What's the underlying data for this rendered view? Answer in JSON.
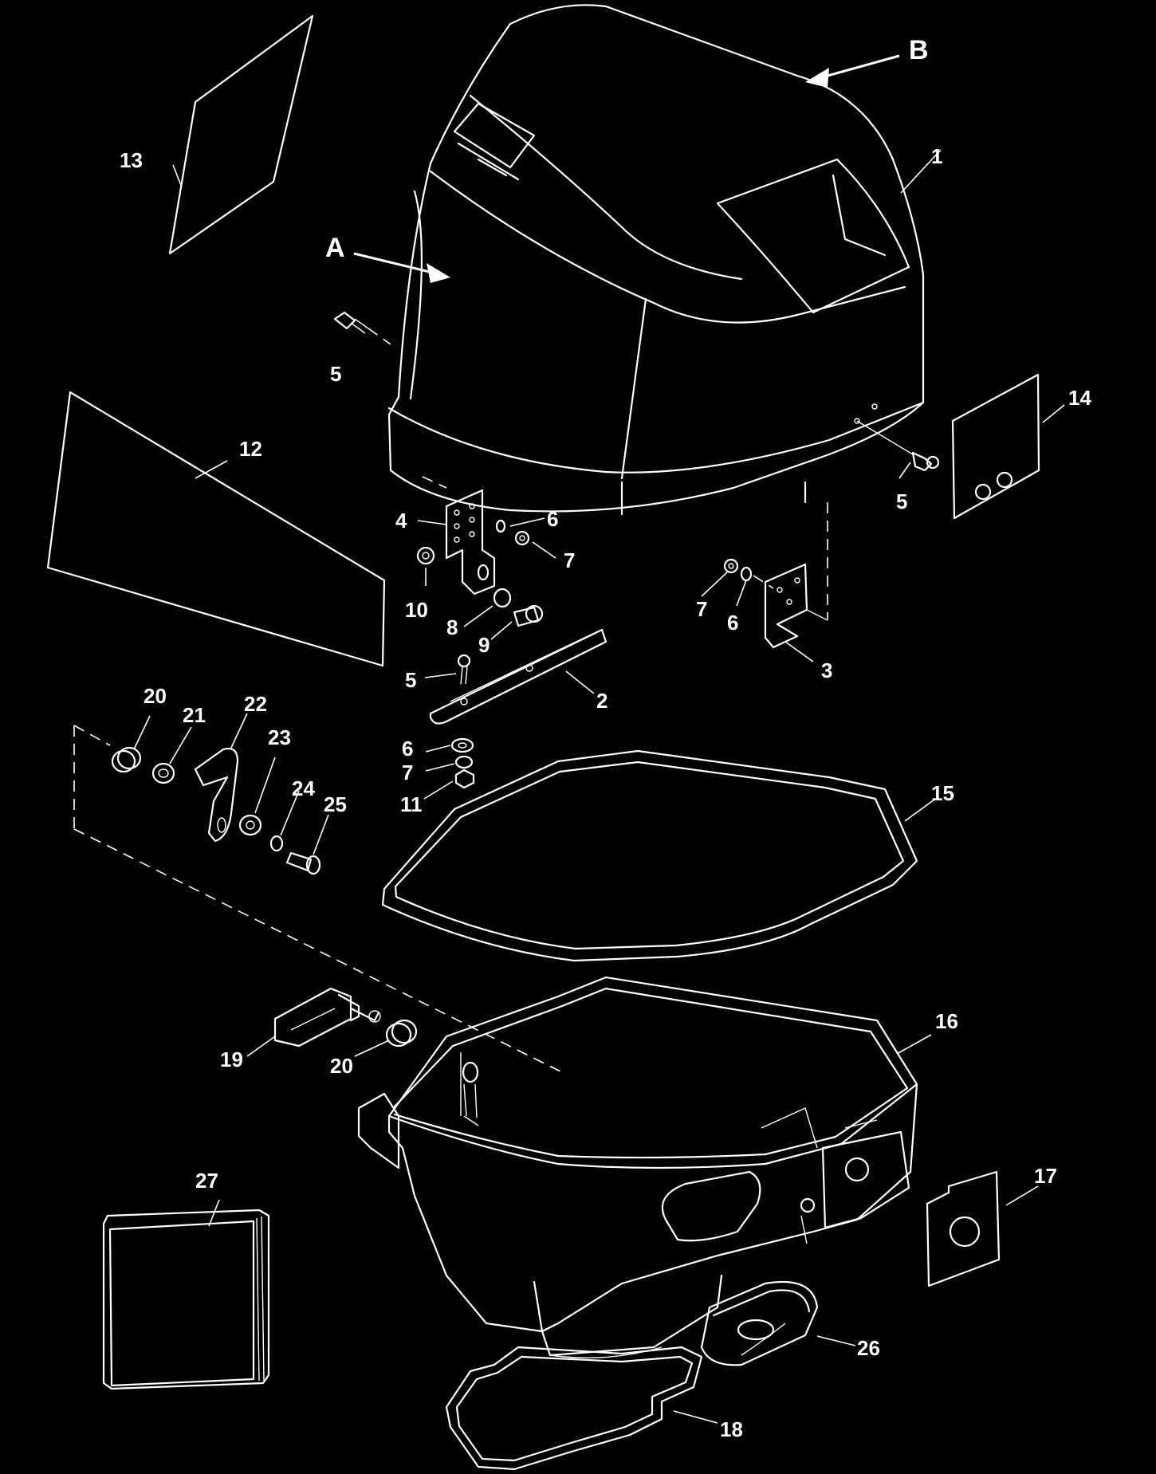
{
  "diagram": {
    "callouts": [
      {
        "id": "A",
        "label": "A"
      },
      {
        "id": "B",
        "label": "B"
      },
      {
        "id": "c1",
        "label": "1"
      },
      {
        "id": "c2",
        "label": "2"
      },
      {
        "id": "c3",
        "label": "3"
      },
      {
        "id": "c4",
        "label": "4"
      },
      {
        "id": "c5a",
        "label": "5"
      },
      {
        "id": "c5b",
        "label": "5"
      },
      {
        "id": "c5c",
        "label": "5"
      },
      {
        "id": "c6a",
        "label": "6"
      },
      {
        "id": "c6b",
        "label": "6"
      },
      {
        "id": "c6c",
        "label": "6"
      },
      {
        "id": "c7a",
        "label": "7"
      },
      {
        "id": "c7b",
        "label": "7"
      },
      {
        "id": "c7c",
        "label": "7"
      },
      {
        "id": "c8",
        "label": "8"
      },
      {
        "id": "c9",
        "label": "9"
      },
      {
        "id": "c10",
        "label": "10"
      },
      {
        "id": "c11",
        "label": "11"
      },
      {
        "id": "c12",
        "label": "12"
      },
      {
        "id": "c13",
        "label": "13"
      },
      {
        "id": "c14",
        "label": "14"
      },
      {
        "id": "c15",
        "label": "15"
      },
      {
        "id": "c16",
        "label": "16"
      },
      {
        "id": "c17",
        "label": "17"
      },
      {
        "id": "c18",
        "label": "18"
      },
      {
        "id": "c19",
        "label": "19"
      },
      {
        "id": "c20a",
        "label": "20"
      },
      {
        "id": "c20b",
        "label": "20"
      },
      {
        "id": "c21",
        "label": "21"
      },
      {
        "id": "c22",
        "label": "22"
      },
      {
        "id": "c23",
        "label": "23"
      },
      {
        "id": "c24",
        "label": "24"
      },
      {
        "id": "c25",
        "label": "25"
      },
      {
        "id": "c26",
        "label": "26"
      },
      {
        "id": "c27",
        "label": "27"
      }
    ]
  }
}
